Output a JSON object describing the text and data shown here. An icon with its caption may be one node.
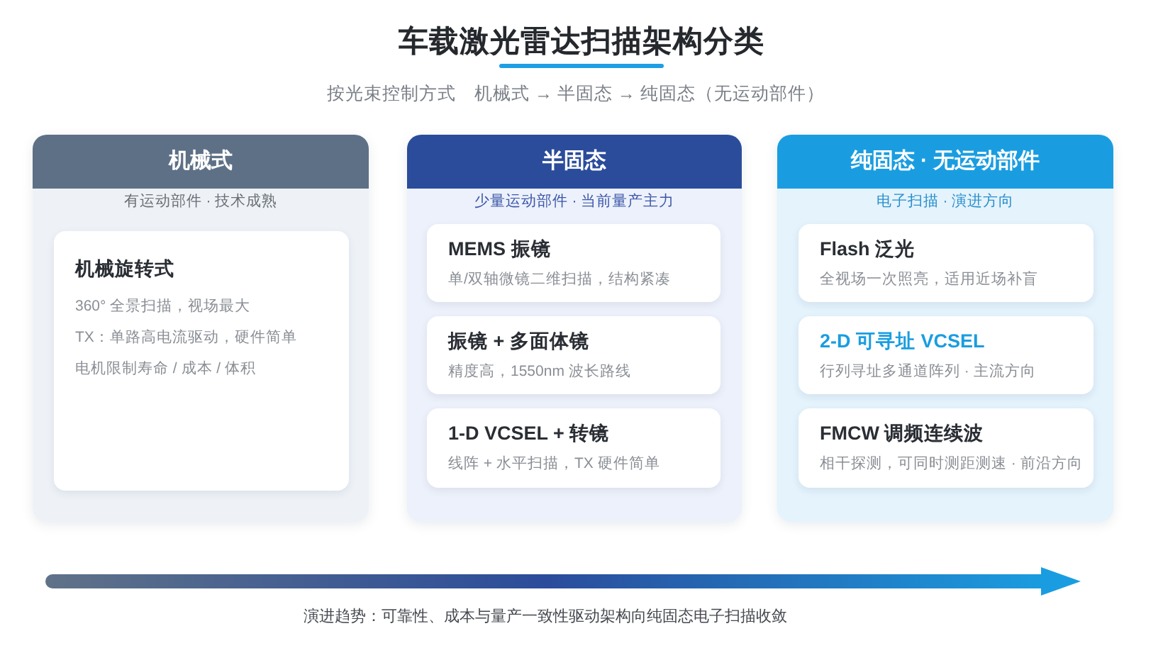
{
  "diagram": {
    "title": "车载激光雷达扫描架构分类",
    "caption": "演进趋势：可靠性、成本与量产一致性驱动架构向纯固态电子扫描收敛",
    "nodes": [
      {
        "text": [
          "机械式",
          "有运动部件 · 技术成熟"
        ]
      },
      {
        "text": [
          "机械旋转式",
          "360° 全景扫描，视场最大",
          "TX：单路高电流驱动，硬件简单",
          "电机限制寿命 / 成本 / 体积"
        ],
        "in": 0
      },
      {
        "text": [
          "半固态",
          "少量运动部件 · 当前量产主力"
        ]
      },
      {
        "text": [
          "MEMS 振镜",
          "单/双轴微镜二维扫描，结构紧凑"
        ],
        "in": 2
      },
      {
        "text": [
          "振镜 + 多面体镜",
          "精度高，1550nm 波长路线"
        ],
        "in": 2
      },
      {
        "text": [
          "1-D VCSEL + 转镜",
          "线阵 + 水平扫描，TX 硬件简单"
        ],
        "in": 2
      },
      {
        "text": [
          "纯固态 · 无运动部件",
          "电子扫描 · 演进方向"
        ]
      },
      {
        "text": [
          "Flash 泛光",
          "全视场一次照亮，适用近场补盲"
        ],
        "in": 6
      },
      {
        "text": [
          "2-D 可寻址 VCSEL",
          "行列寻址多通道阵列 · 主流方向"
        ],
        "in": 6
      },
      {
        "text": [
          "FMCW 调频连续波",
          "相干探测，可同时测距测速 · 前沿方向"
        ],
        "in": 6
      }
    ],
    "labels": [
      "按光束控制方式　机械式 → 半固态 → 纯固态（无运动部件）"
    ]
  }
}
